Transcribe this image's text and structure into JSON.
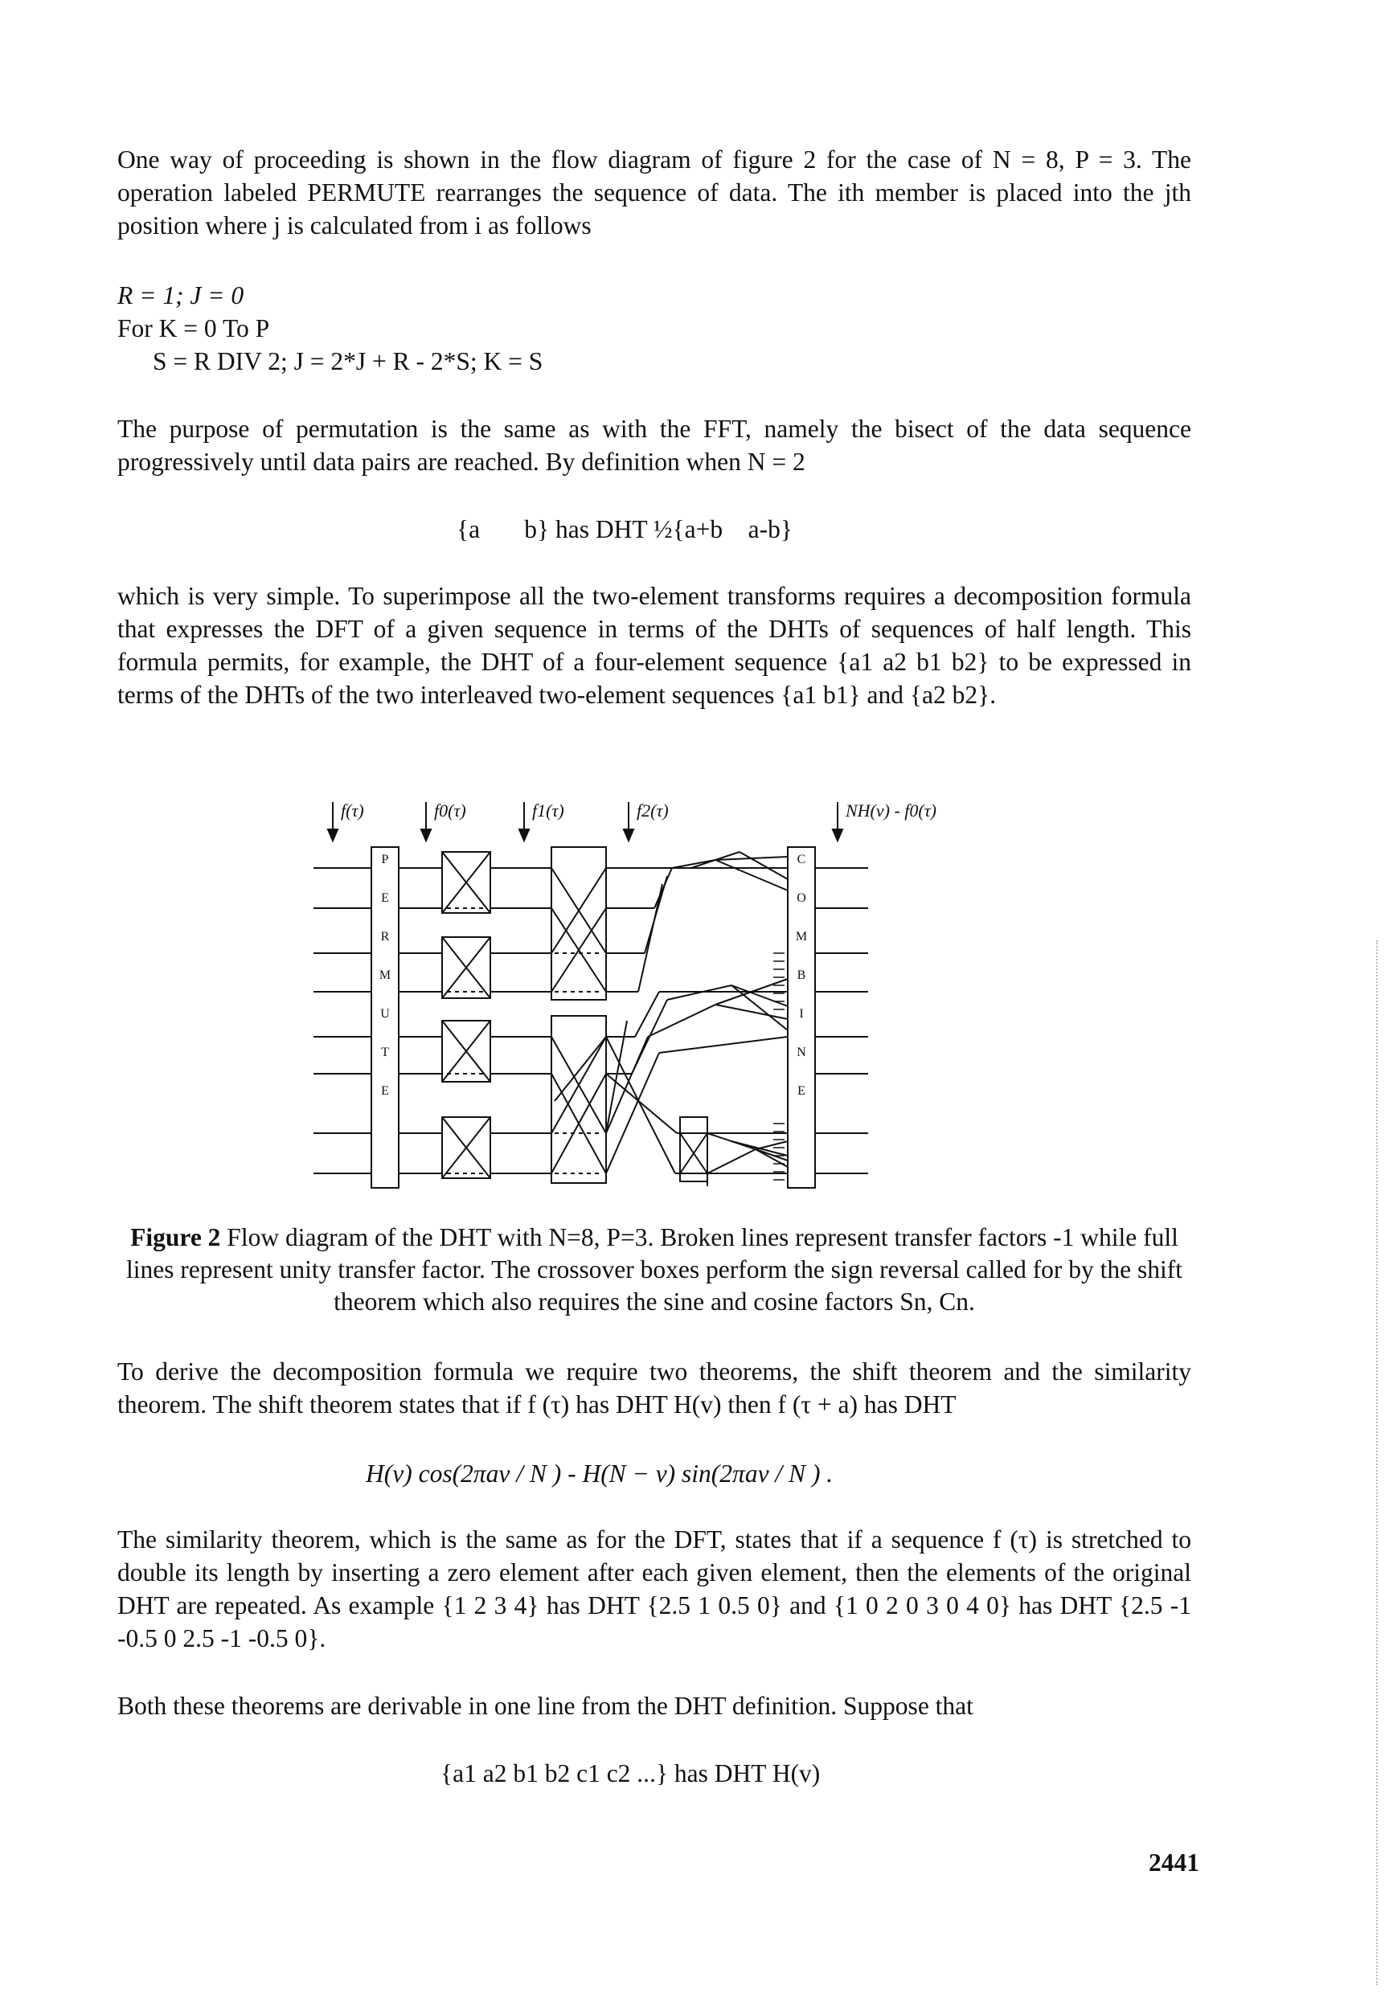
{
  "paragraphs": {
    "p1": "One way of proceeding is shown in the flow diagram of figure 2 for the case of N = 8, P = 3. The operation labeled PERMUTE rearranges the sequence of data. The ith member is placed into the jth position where j is calculated from i as follows",
    "algo1": "R = 1; J = 0",
    "algo2": "For K = 0 To P",
    "algo3": "S = R DIV 2; J = 2*J + R - 2*S; K = S",
    "p2": "The purpose of permutation is the same as with the FFT, namely the bisect of the data sequence progressively until data pairs are reached. By definition when N = 2",
    "eq1": "{a       b} has DHT ½{a+b    a-b}",
    "p3": "which is very simple. To superimpose all the two-element transforms requires a decomposition formula that expresses the DFT of a given sequence in terms of the DHTs of sequences of half length. This formula permits, for example, the DHT of a four-element sequence {a1 a2 b1 b2} to be expressed in terms of the DHTs of the two interleaved two-element sequences {a1 b1} and {a2 b2}.",
    "p4": "To derive the decomposition formula we require two theorems, the shift theorem and the similarity theorem. The shift theorem states that if f (τ) has DHT H(v) then f (τ + a) has DHT",
    "eq2": "H(v) cos(2πav / N ) - H(N − v) sin(2πav / N ) .",
    "p5": "The similarity theorem, which is the same as for the DFT, states that if a sequence f (τ) is stretched to double its length by inserting a zero element after each given element, then the elements of the original DHT are repeated. As example {1 2 3 4} has DHT {2.5 1 0.5 0} and {1 0 2 0 3 0 4 0} has DHT {2.5 -1 -0.5 0 2.5 -1 -0.5 0}.",
    "p6": "Both these theorems are derivable in one line from the DHT definition. Suppose that",
    "eq3": "{a1 a2 b1 b2 c1 c2 ...} has DHT H(v)"
  },
  "figure": {
    "inputs": [
      "f(τ)",
      "f0(τ)",
      "f1(τ)",
      "f2(τ)"
    ],
    "output": "NH(v) - f0(τ)",
    "permute_letters": [
      "P",
      "E",
      "R",
      "M",
      "U",
      "T",
      "E"
    ],
    "combine_letters": [
      "C",
      "O",
      "M",
      "B",
      "I",
      "N",
      "E"
    ]
  },
  "caption": {
    "label": "Figure 2",
    "text": " Flow diagram of the DHT with N=8, P=3. Broken lines represent transfer factors -1 while full lines represent unity transfer factor. The crossover boxes perform the sign reversal called for by the shift theorem which also requires the sine and cosine factors Sn, Cn."
  },
  "page_number": "2441"
}
